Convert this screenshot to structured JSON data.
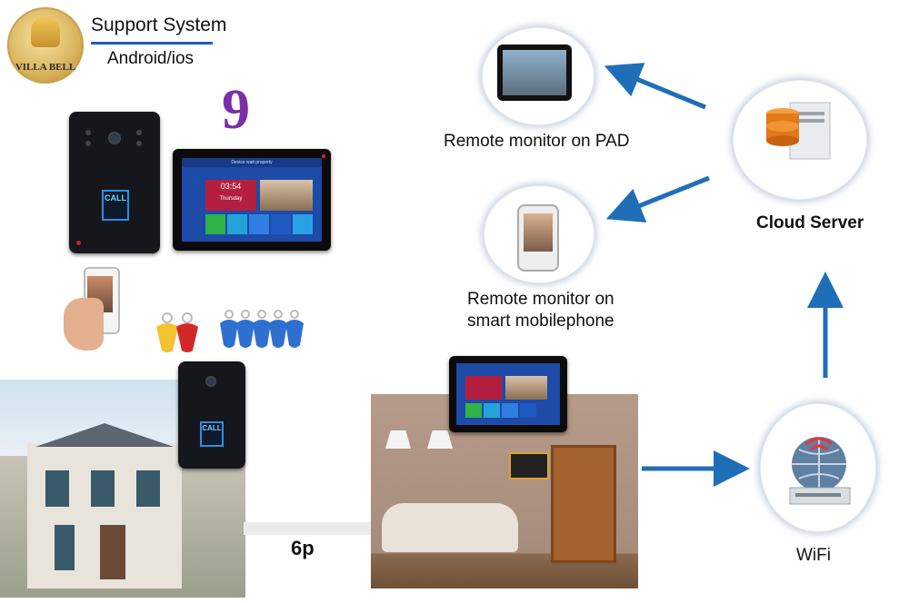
{
  "brand": {
    "logo_text": "VILLA BELL",
    "line1": "Support System",
    "line2": "Android/ios"
  },
  "badge": {
    "screen_size": "9"
  },
  "labels": {
    "pad": "Remote monitor on PAD",
    "phone_line1": "Remote monitor on",
    "phone_line2": "smart mobilephone",
    "cloud": "Cloud Server",
    "wifi": "WiFi",
    "cable": "6p"
  },
  "doorbell": {
    "call_label": "CALL"
  },
  "monitor_ui": {
    "title": "Device wait property",
    "time": "03:54",
    "day": "Thursday"
  },
  "colors": {
    "arrow": "#1f6fb8",
    "accent_blue": "#1c5cc8",
    "nine": "#7b2ea8"
  }
}
